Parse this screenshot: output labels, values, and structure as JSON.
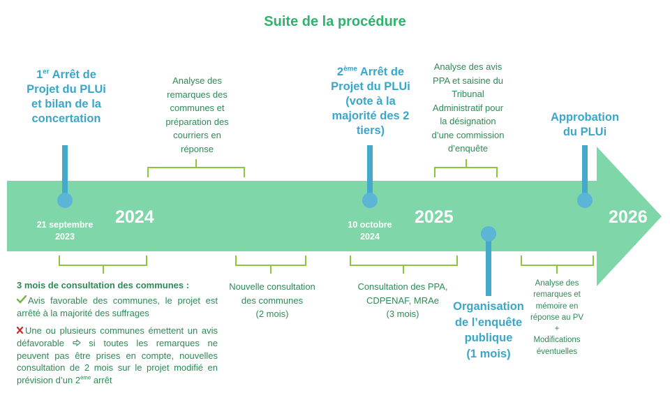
{
  "title": "Suite de la procédure",
  "years": [
    "2024",
    "2025",
    "2026"
  ],
  "dates": {
    "first": [
      "21 septembre",
      "2023"
    ],
    "second": [
      "10 octobre",
      "2024"
    ]
  },
  "milestones": {
    "first_arret": {
      "prefix": "1",
      "sup": "er",
      "rest_line1": " Arrêt de",
      "lines": [
        "Projet du PLUi",
        "et bilan de la",
        "concertation"
      ]
    },
    "second_arret": {
      "prefix": "2",
      "sup": "ème",
      "rest_line1": " Arrêt de",
      "lines": [
        "Projet du PLUi",
        "(vote à la",
        "majorité des 2",
        "tiers)"
      ]
    },
    "approbation": {
      "lines": [
        "Approbation",
        "du PLUi"
      ]
    },
    "enquete": {
      "lines": [
        "Organisation",
        "de l’enquête",
        "publique",
        "(1 mois)"
      ]
    }
  },
  "top_notes": {
    "analyse_remarques": [
      "Analyse des",
      "remarques des",
      "communes et",
      "préparation des",
      "courriers en",
      "réponse"
    ],
    "analyse_avis": [
      "Analyse des avis",
      "PPA et saisine du",
      "Tribunal",
      "Administratif pour",
      "la désignation",
      "d’une commission",
      "d’enquête"
    ]
  },
  "bottom_notes": {
    "nouvelle_consultation": [
      "Nouvelle consultation",
      "des communes",
      "(2 mois)"
    ],
    "consultation_ppa": [
      "Consultation des PPA,",
      "CDPENAF, MRAe",
      "(3 mois)"
    ],
    "analyse_pv": [
      "Analyse des",
      "remarques et",
      "mémoire en",
      "réponse au PV",
      "+",
      "Modifications",
      "éventuelles"
    ]
  },
  "consultation_block": {
    "title": "3 mois de consultation des communes :",
    "favorable": "Avis favorable des communes, le projet est arrêté à la majorité des suffrages",
    "defavorable_part1": "Une ou plusieurs communes émettent un avis défavorable",
    "defavorable_part2": " si toutes les remarques ne peuvent pas être prises en compte, nouvelles consultation de 2 mois sur le projet modifié en prévision d’un 2",
    "defavorable_sup": "ème",
    "defavorable_end": " arrêt"
  },
  "colors": {
    "arrow": "#7fd6a8",
    "pin": "#45a9cc",
    "pin_dot": "#5bb5d6",
    "green_text": "#2e8a55",
    "title_green": "#2db36b",
    "bracket": "#8cc63f",
    "check": "#7ab648",
    "cross": "#cc2a2a"
  },
  "icons": {
    "check": "check-icon",
    "cross": "cross-icon",
    "arrow_right": "arrow-right-icon"
  }
}
